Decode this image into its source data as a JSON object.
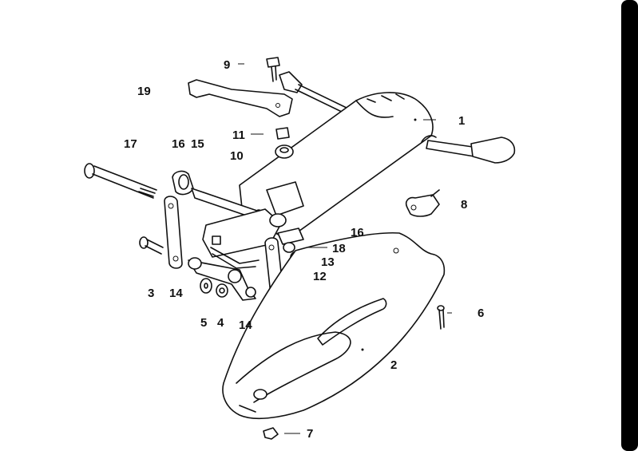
{
  "labels": {
    "l1": "1",
    "l2": "2",
    "l3": "3",
    "l4": "4",
    "l5": "5",
    "l6": "6",
    "l7": "7",
    "l8": "8",
    "l9": "9",
    "l10": "10",
    "l11": "11",
    "l12": "12",
    "l13": "13",
    "l14a": "14",
    "l14b": "14",
    "l15": "15",
    "l16a": "16",
    "l16b": "16",
    "l17": "17",
    "l18": "18",
    "l19": "19"
  },
  "colors": {
    "ink": "#111111",
    "paper": "#ffffff",
    "edge_bar": "#000000"
  }
}
